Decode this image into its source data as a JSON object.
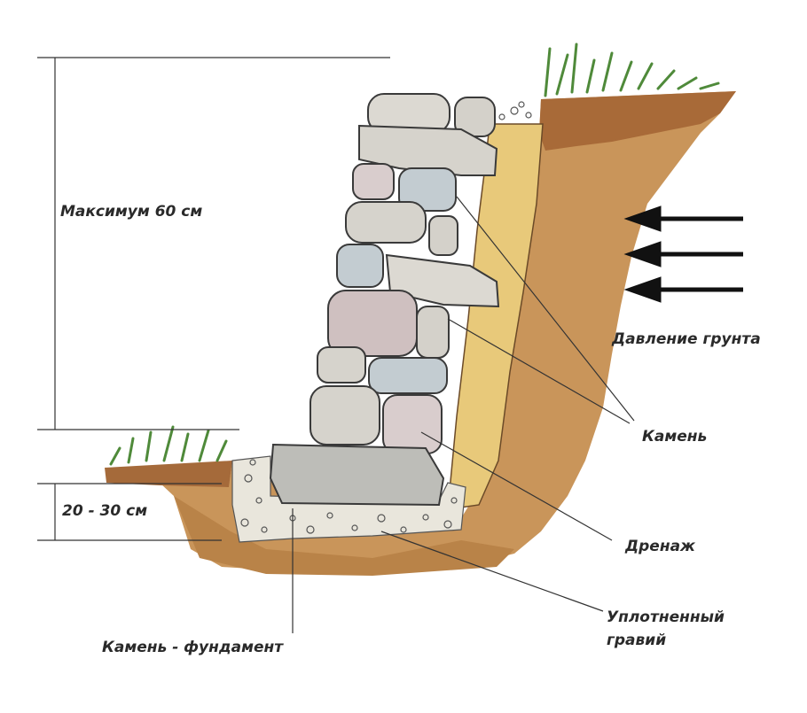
{
  "labels": {
    "max_height": "Максимум 60 см",
    "depth": "20 - 30 см",
    "soil_pressure": "Давление грунта",
    "stone": "Камень",
    "drainage": "Дренаж",
    "gravel_line1": "Уплотненный",
    "gravel_line2": "гравий",
    "foundation_stone": "Камень - фундамент"
  },
  "colors": {
    "soil": "#c9955a",
    "soil_dark": "#9c6536",
    "drainage_sand": "#e8c97a",
    "gravel": "#e9e6dc",
    "stone_fill": "#d4d1ca",
    "stone_blue": "#c3ccd1",
    "stone_pink": "#cfc0c0",
    "grass": "#4f8a3a",
    "arrow": "#111111",
    "text": "#2a2a2a"
  }
}
